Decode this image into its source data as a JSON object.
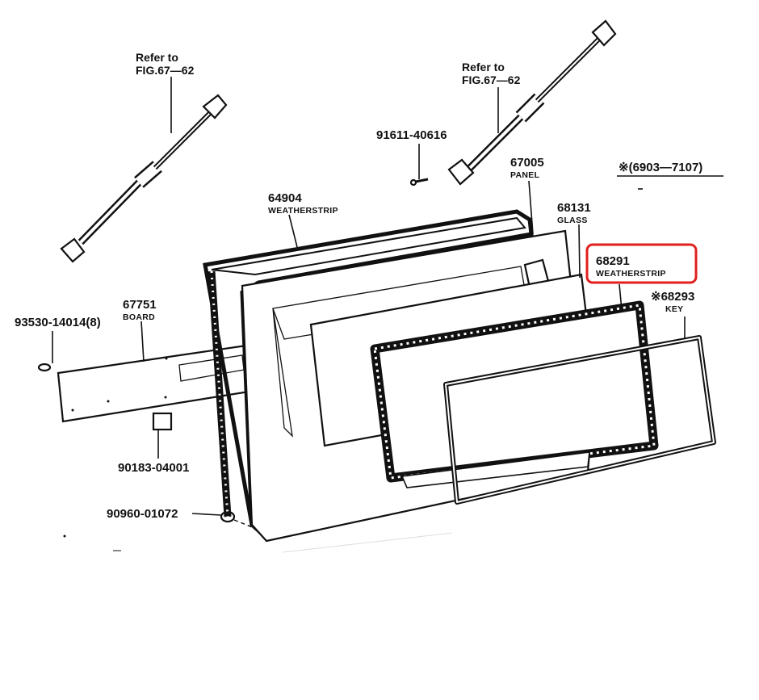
{
  "labels": {
    "ref_left_line1": "Refer to",
    "ref_left_line2": "FIG.67—62",
    "ref_right_line1": "Refer to",
    "ref_right_line2": "FIG.67—62",
    "p91611": "91611-40616",
    "p67005": "67005",
    "p67005_sub": "PANEL",
    "p64904": "64904",
    "p64904_sub": "WEATHERSTRIP",
    "p68131": "68131",
    "p68131_sub": "GLASS",
    "p68291": "68291",
    "p68291_sub": "WEATHERSTRIP",
    "p68293": "※68293",
    "p68293_sub": "KEY",
    "p67751": "67751",
    "p67751_sub": "BOARD",
    "p93530": "93530-14014(8)",
    "p90183": "90183-04001",
    "p90960": "90960-01072",
    "date_range": "※(6903—7107)"
  },
  "highlight_color": "#e0201e"
}
